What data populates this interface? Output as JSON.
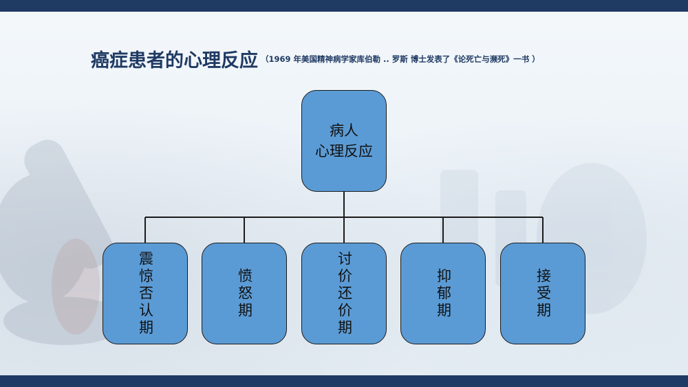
{
  "slide": {
    "title": "癌症患者的心理反应",
    "subtitle": "（1969 年美国精神病学家库伯勒 .. 罗斯 博士发表了《论死亡与濒死》一书 ）"
  },
  "diagram": {
    "root": {
      "line1": "病人",
      "line2": "心理反应"
    },
    "stages": [
      "震惊否认期",
      "愤怒期",
      "讨价还价期",
      "抑郁期",
      "接受期"
    ]
  },
  "colors": {
    "node_fill": "#5b9bd5",
    "title": "#1f3a63",
    "bars": "#1f3a63"
  }
}
